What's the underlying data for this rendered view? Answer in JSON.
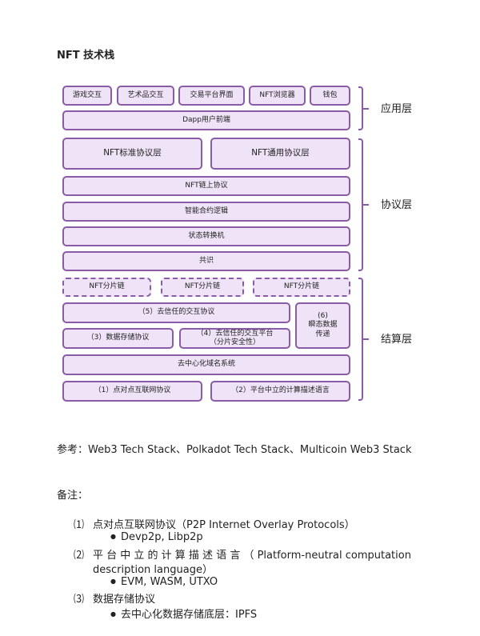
{
  "title": "NFT 技术栈",
  "diagram": {
    "app_layer": {
      "label": "应用层",
      "items": [
        "游戏交互",
        "艺术品交互",
        "交易平台界面",
        "NFT浏览器",
        "钱包"
      ],
      "dapp": "Dapp用户前端"
    },
    "protocol_layer": {
      "label": "协议层",
      "nft_standard": "NFT标准协议层",
      "nft_general": "NFT通用协议层",
      "onchain": "NFT链上协议",
      "contract": "智能合约逻辑",
      "state": "状态转换机",
      "consensus": "共识"
    },
    "structure_layer": {
      "label": "结算层",
      "shards": [
        "NFT分片链",
        "NFT分片链",
        "NFT分片链"
      ],
      "trustless_protocol": "（5）去信任的交互协议",
      "instant_data_1": "(6)",
      "instant_data_2": "瞬态数据",
      "instant_data_3": "传递",
      "storage": "（3）数据存储协议",
      "trustless_platform_1": "（4）去信任的交互平台",
      "trustless_platform_2": "（分片安全性）",
      "dns": "去中心化域名系统",
      "p2p": "（1）点对点互联网协议",
      "neutral": "（2）平台中立的计算描述语言"
    }
  },
  "reference": "参考：Web3 Tech Stack、Polkadot Tech Stack、Multicoin Web3 Stack",
  "notes": {
    "heading": "备注：",
    "items": [
      {
        "num": "⑴",
        "text": "点对点互联网协议（P2P Internet Overlay Protocols）",
        "sub": "Devp2p, Libp2p"
      },
      {
        "num": "⑵",
        "text": "平 台 中 立 的 计 算 描 述 语 言 （ Platform-neutral computation",
        "text2": "description language）",
        "sub": "EVM, WASM, UTXO"
      },
      {
        "num": "⑶",
        "text": "数据存储协议",
        "sub": "去中心化数据存储底层：IPFS"
      }
    ]
  },
  "colors": {
    "box_fill": "#efe3f7",
    "box_border": "#8a5ba6"
  }
}
